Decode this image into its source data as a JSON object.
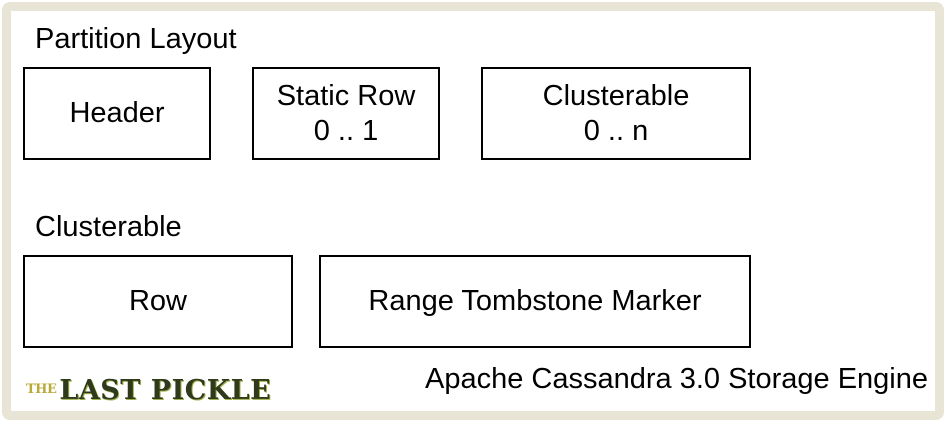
{
  "partition_layout": {
    "title": "Partition Layout",
    "boxes": [
      {
        "lines": [
          "Header"
        ]
      },
      {
        "lines": [
          "Static Row",
          "0 .. 1"
        ]
      },
      {
        "lines": [
          "Clusterable",
          "0 .. n"
        ]
      }
    ]
  },
  "clusterable": {
    "title": "Clusterable",
    "boxes": [
      {
        "lines": [
          "Row"
        ]
      },
      {
        "lines": [
          "Range Tombstone Marker"
        ]
      }
    ]
  },
  "footer": {
    "logo_the": "THE",
    "logo_main": "LAST PICKLE",
    "caption": "Apache Cassandra 3.0 Storage Engine"
  },
  "colors": {
    "frame": "#e8e4d6",
    "logo_dark": "#2f3a1c",
    "logo_accent": "#b8a93a"
  }
}
